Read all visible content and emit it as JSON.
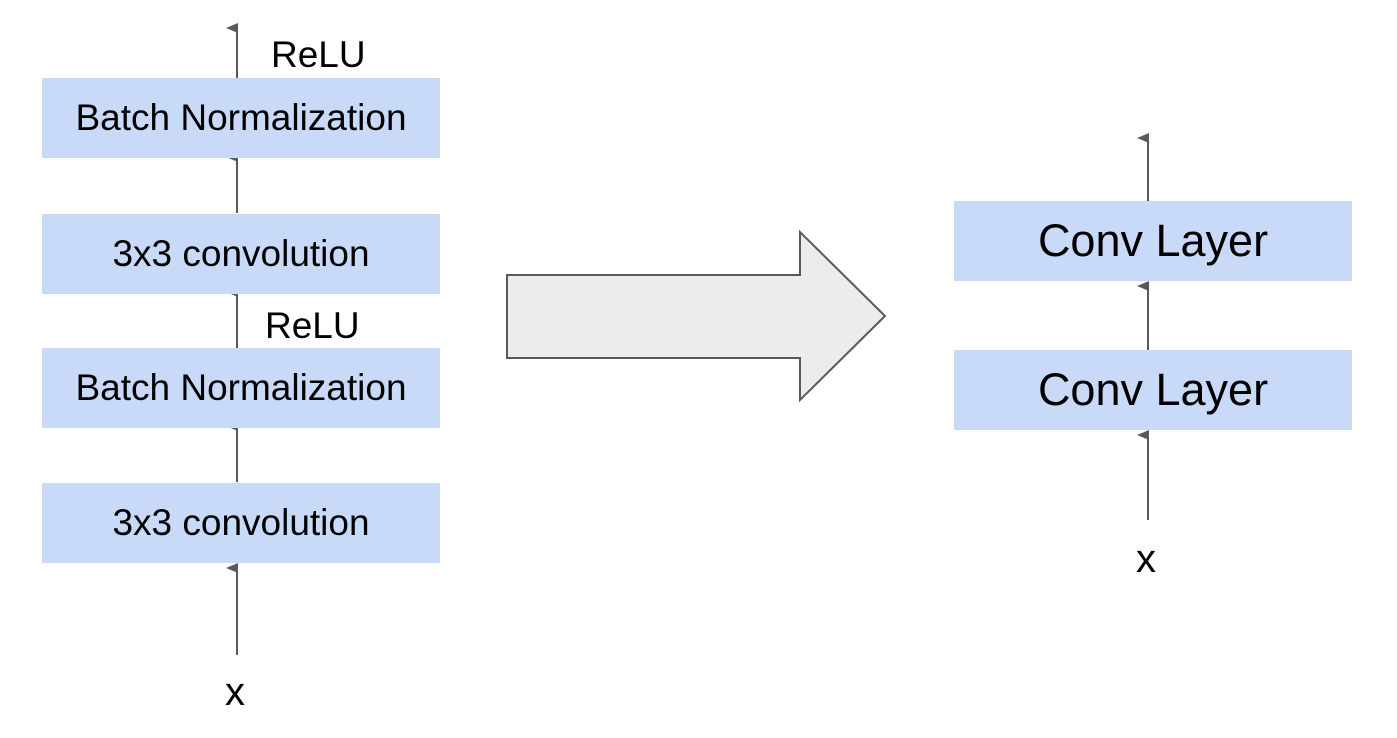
{
  "left_stack": {
    "input_label": "x",
    "blocks": [
      {
        "label": "3x3 convolution"
      },
      {
        "label": "Batch Normalization"
      },
      {
        "label": "3x3 convolution"
      },
      {
        "label": "Batch Normalization"
      }
    ],
    "activations": [
      "ReLU",
      "ReLU"
    ]
  },
  "right_stack": {
    "input_label": "x",
    "blocks": [
      {
        "label": "Conv Layer"
      },
      {
        "label": "Conv Layer"
      }
    ]
  },
  "colors": {
    "block_fill": "#c9daf8",
    "arrow_line": "#595959",
    "big_arrow_fill": "#ececec",
    "big_arrow_stroke": "#595959"
  }
}
